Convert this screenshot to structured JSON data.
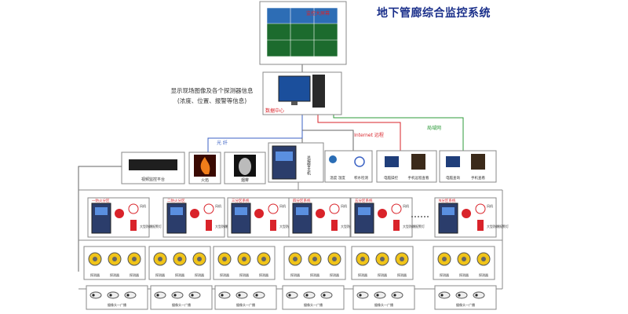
{
  "title": "地下管廊综合监控系统",
  "top": {
    "videowall_label": "监控大屏幕",
    "info_line1": "显示现场图像及各个探测器信息",
    "info_line2": "(浓度、位置、报警等信息)",
    "datacenter_label": "数据中心"
  },
  "links": {
    "fiber": "光 纤",
    "internet": "Internet 远程",
    "lan": "局域网"
  },
  "row2": {
    "nvr": "视频监控平台",
    "fire": "火焰",
    "smoke": "烟雾",
    "alarm_host": "总报警主机",
    "temp_humidity": "温度 湿度",
    "water": "积水检测",
    "pc_remote": "电脑操控",
    "phone_remote": "手机远程查看",
    "pc_query": "电脑查询",
    "phone_query": "手机查看"
  },
  "controllers": [
    {
      "label": "一防火分区"
    },
    {
      "label": "二防火分区"
    },
    {
      "label": "三分区系统"
    },
    {
      "label": "四分区系统"
    },
    {
      "label": "五分区系统"
    },
    {
      "label": "N分区系统"
    }
  ],
  "devices": {
    "fan": "风机",
    "exhaust": "排风机",
    "sounder": "大型防爆报警灯"
  },
  "detector_label": "探测器",
  "camera_group_label": "摄像头一广播",
  "colors": {
    "title": "#1a2f8a",
    "red_line": "#d9232a",
    "green_line": "#2e9b3a",
    "blue_line": "#3b62c4",
    "gray_line": "#666666"
  }
}
